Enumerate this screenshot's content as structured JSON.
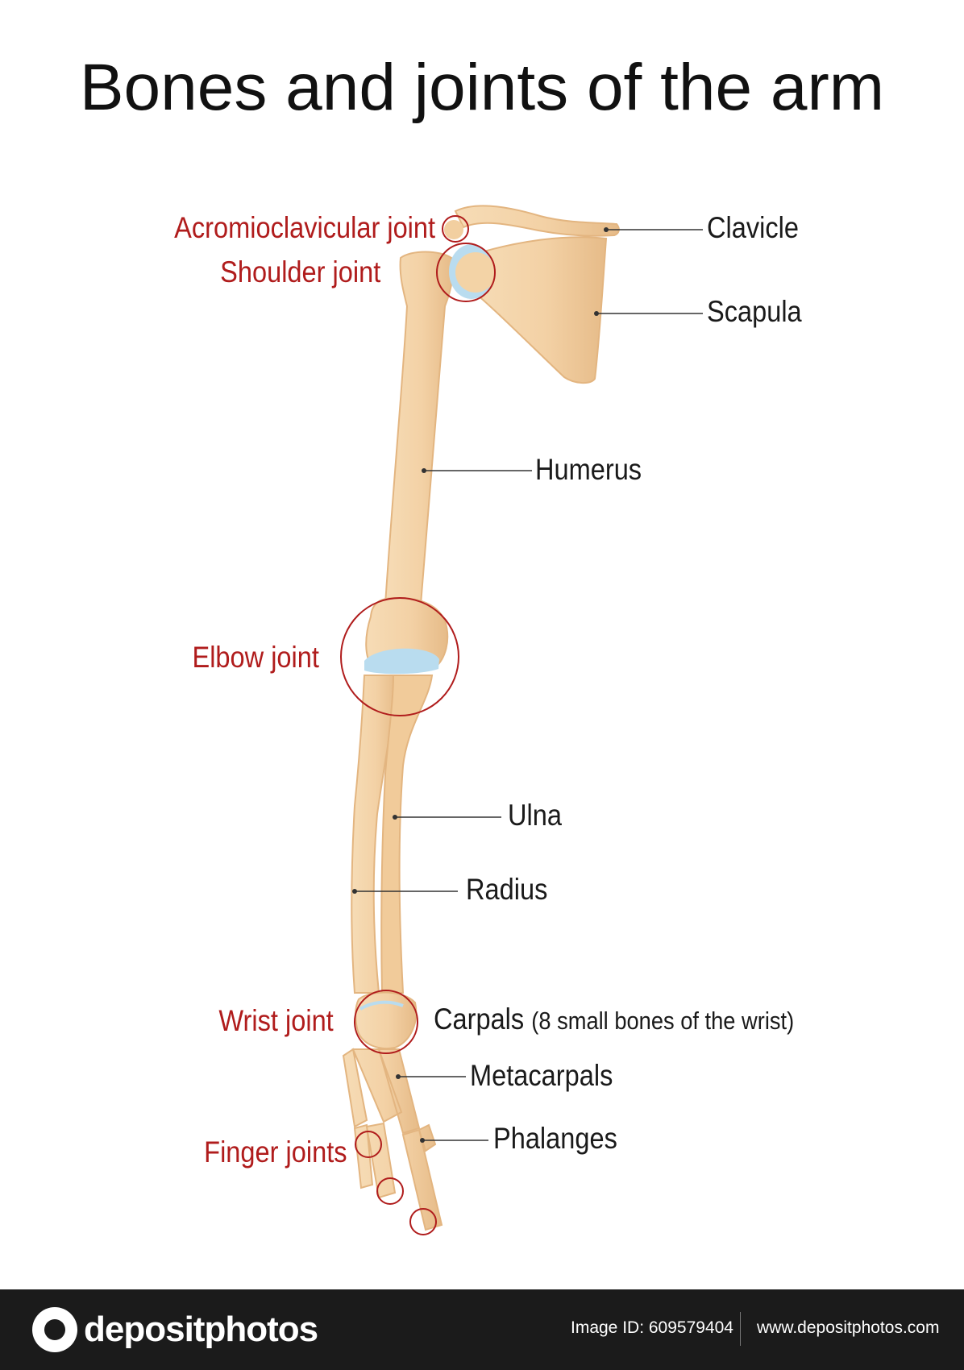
{
  "title": "Bones and joints of the arm",
  "bone_labels": {
    "clavicle": "Clavicle",
    "scapula": "Scapula",
    "humerus": "Humerus",
    "ulna": "Ulna",
    "radius": "Radius",
    "carpals": "Carpals",
    "carpals_note": "(8 small bones of the wrist)",
    "metacarpals": "Metacarpals",
    "phalanges": "Phalanges"
  },
  "joint_labels": {
    "acromioclavicular": "Acromioclavicular joint",
    "shoulder": "Shoulder joint",
    "elbow": "Elbow joint",
    "wrist": "Wrist joint",
    "finger": "Finger joints"
  },
  "colors": {
    "bone": "#f5d7ae",
    "bone_shadow": "#e7bd8a",
    "cartilage": "#b9dcef",
    "joint_label": "#b01c1c",
    "bone_label": "#1a1a1a",
    "footer_bg": "#1b1b1b"
  },
  "footer": {
    "logo": "depositphotos",
    "image_id": "Image ID: 609579404",
    "site": "www.depositphotos.com"
  }
}
